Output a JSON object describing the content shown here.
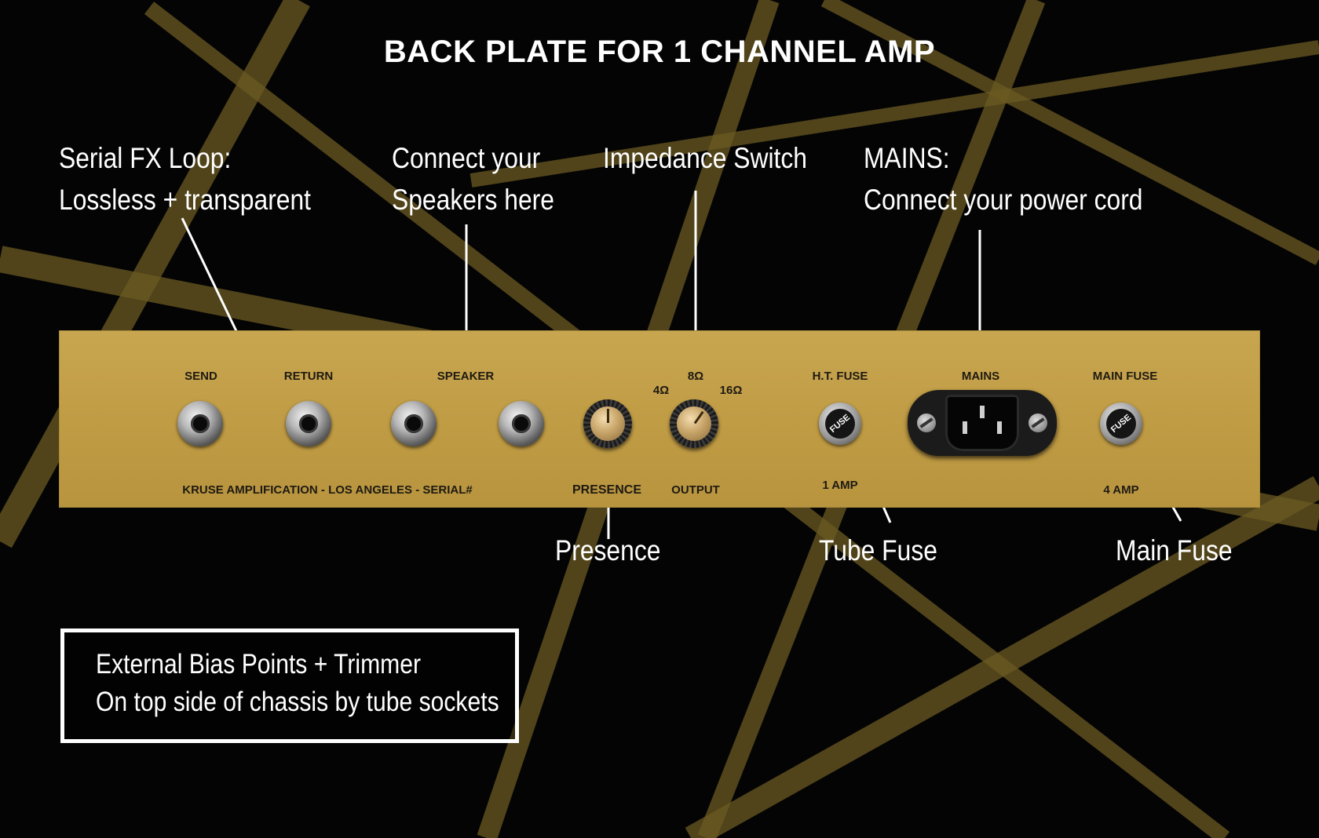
{
  "title": "BACK PLATE FOR 1 CHANNEL AMP",
  "colors": {
    "background": "#040404",
    "plate": "#c4a04a",
    "stripe": "#6b5a22",
    "annotation_text": "#ffffff"
  },
  "annotations": {
    "fx_loop": {
      "line1": "Serial FX Loop:",
      "line2": "Lossless + transparent"
    },
    "speakers": {
      "line1": "Connect your",
      "line2": "Speakers here"
    },
    "impedance": {
      "line1": "Impedance Switch"
    },
    "mains": {
      "line1": "MAINS:",
      "line2": "Connect your power cord"
    },
    "presence": {
      "line1": "Presence"
    },
    "tube_fuse": {
      "line1": "Tube Fuse"
    },
    "main_fuse": {
      "line1": "Main Fuse"
    }
  },
  "plate": {
    "send": "SEND",
    "return": "RETURN",
    "speaker": "SPEAKER",
    "ohm_8": "8Ω",
    "ohm_4": "4Ω",
    "ohm_16": "16Ω",
    "ht_fuse": "H.T. FUSE",
    "mains": "MAINS",
    "main_fuse": "MAIN FUSE",
    "brand": "KRUSE AMPLIFICATION - LOS ANGELES - SERIAL#",
    "presence": "PRESENCE",
    "output": "OUTPUT",
    "ht_fuse_rating": "1 AMP",
    "main_fuse_rating": "4 AMP",
    "fuse_cap_text": "FUSE"
  },
  "bias_note": {
    "line1": "External Bias Points + Trimmer",
    "line2": "On top side of chassis by tube sockets"
  }
}
